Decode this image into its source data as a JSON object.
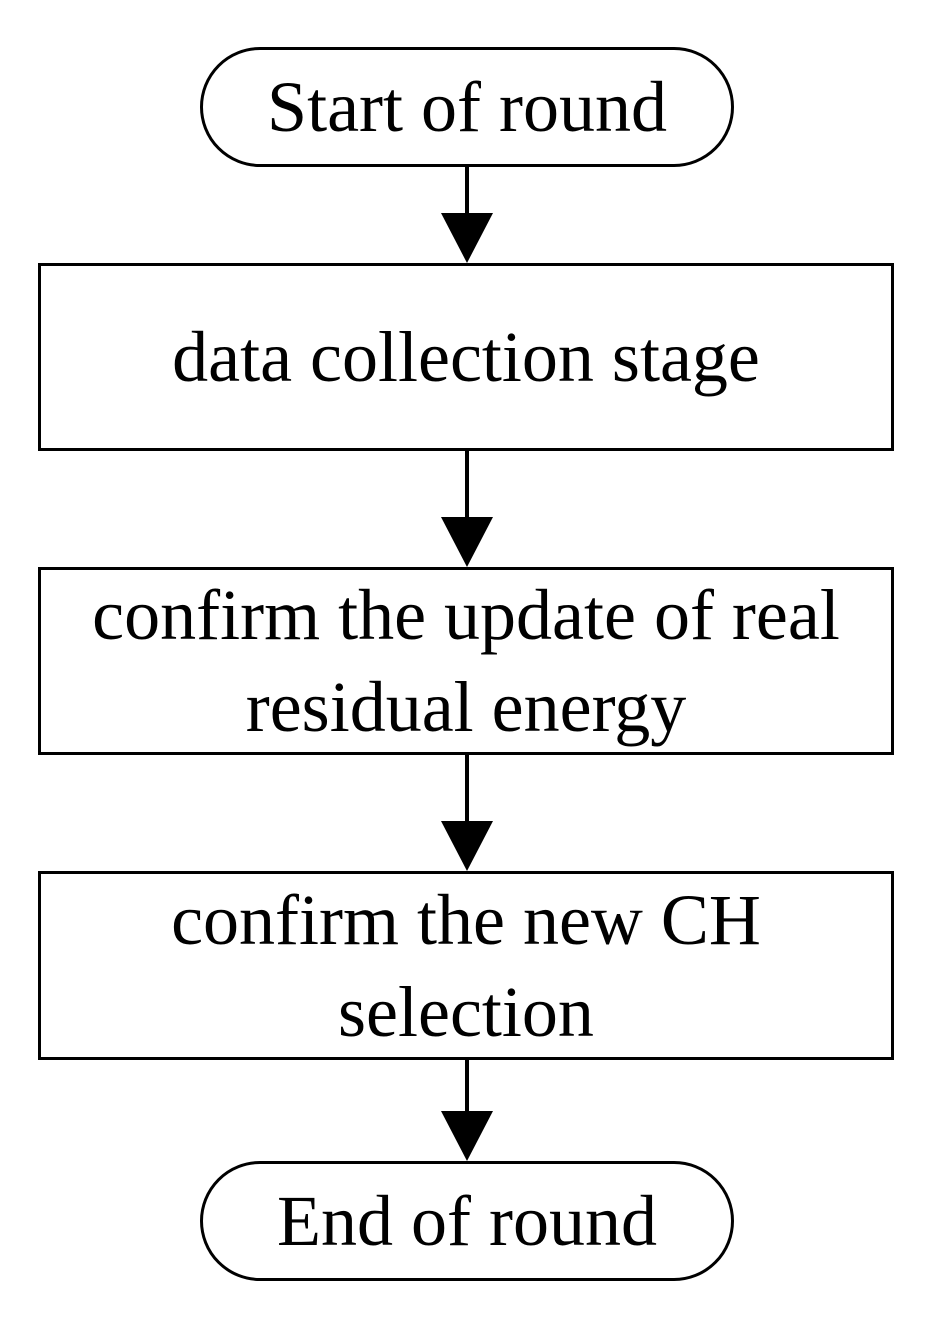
{
  "flowchart": {
    "start": {
      "label": "Start of round"
    },
    "steps": [
      {
        "lines": [
          "data collection stage"
        ]
      },
      {
        "lines": [
          "confirm the update of real",
          "residual energy"
        ]
      },
      {
        "lines": [
          "confirm the new CH",
          "selection"
        ]
      }
    ],
    "end": {
      "label": "End of round"
    }
  }
}
